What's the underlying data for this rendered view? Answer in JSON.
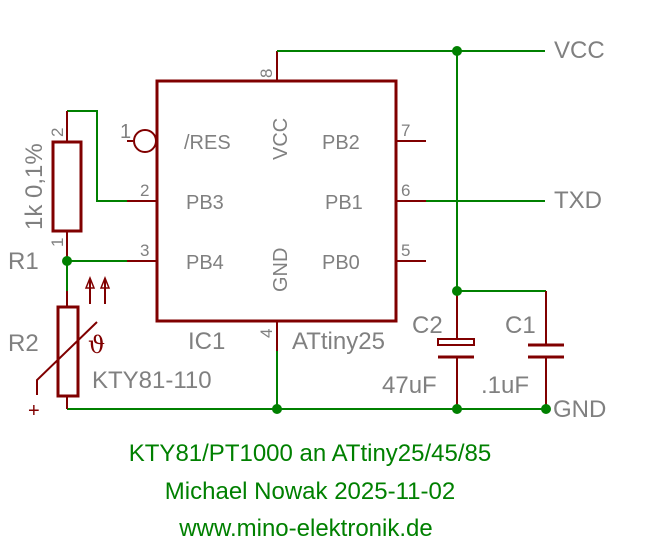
{
  "schematic": {
    "colors": {
      "part": "#800000",
      "net": "#008000",
      "label": "#808080",
      "title": "#008000",
      "background": "#ffffff"
    },
    "ic1": {
      "name": "IC1",
      "value": "ATtiny25",
      "pins_left": [
        {
          "number": "1",
          "name": "/RES",
          "inverted": true
        },
        {
          "number": "2",
          "name": "PB3"
        },
        {
          "number": "3",
          "name": "PB4"
        }
      ],
      "pins_right": [
        {
          "number": "7",
          "name": "PB2"
        },
        {
          "number": "6",
          "name": "PB1"
        },
        {
          "number": "5",
          "name": "PB0"
        }
      ],
      "pin_top": {
        "number": "8",
        "name": "VCC"
      },
      "pin_bottom": {
        "number": "4",
        "name": "GND"
      }
    },
    "r1": {
      "name": "R1",
      "value": "1k 0,1%",
      "pin_top": "2",
      "pin_bottom": "1"
    },
    "r2": {
      "name": "R2",
      "value": "KTY81-110",
      "theta_symbol": "ϑ",
      "polarity": "+"
    },
    "c2": {
      "name": "C2",
      "value": "47uF",
      "type": "electrolytic"
    },
    "c1": {
      "name": "C1",
      "value": ".1uF",
      "type": "ceramic"
    },
    "nets": {
      "vcc": "VCC",
      "txd": "TXD",
      "gnd": "GND"
    }
  },
  "footer": {
    "line1": "KTY81/PT1000 an ATtiny25/45/85",
    "line2": "Michael Nowak 2025-11-02",
    "line3": "www.mino-elektronik.de"
  }
}
